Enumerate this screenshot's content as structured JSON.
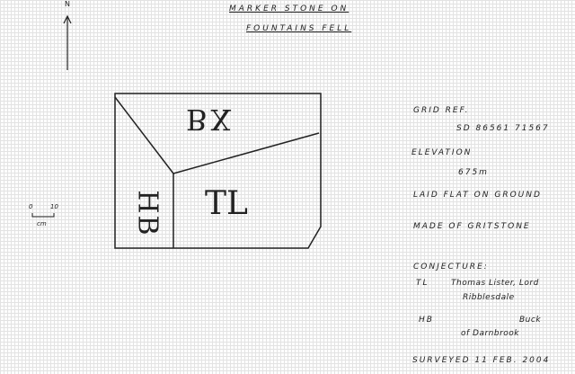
{
  "title": {
    "line1": "MARKER STONE ON",
    "line2": "FOUNTAINS FELL"
  },
  "north": "N",
  "stone": {
    "top_letters": "BX",
    "left_letters": "HB",
    "right_letters": "TL"
  },
  "scale": {
    "start": "0",
    "end": "10",
    "unit": "cm"
  },
  "notes": {
    "grid_ref_label": "GRID REF.",
    "grid_ref": "SD 86561 71567",
    "elevation_label": "ELEVATION",
    "elevation": "675m",
    "laid": "LAID FLAT ON GROUND",
    "made": "MADE OF GRITSTONE",
    "conjecture_label": "CONJECTURE:",
    "tl_code": "TL",
    "tl_text1": "Thomas Lister, Lord",
    "tl_text2": "Ribblesdale",
    "hb_code": "HB",
    "hb_text1": "Buck",
    "hb_text2": "of Darnbrook",
    "surveyed": "SURVEYED 11 FEB. 2004"
  }
}
